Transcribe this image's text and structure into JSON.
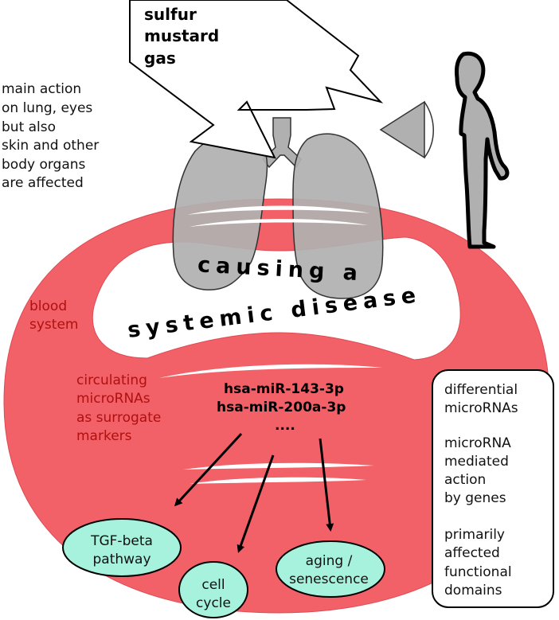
{
  "agent": {
    "lines": [
      "sulfur",
      "mustard",
      "gas"
    ]
  },
  "action_note": {
    "lines": [
      "main action",
      "on lung, eyes",
      "but also",
      "skin and other",
      "body organs",
      "are affected"
    ]
  },
  "systemic": {
    "line1": "causing a",
    "line2": "systemic disease"
  },
  "blood_system": {
    "lines": [
      "blood",
      "system"
    ]
  },
  "markers_note": {
    "lines": [
      "circulating",
      "microRNAs",
      "as surrogate",
      "markers"
    ]
  },
  "micrornas": {
    "items": [
      "hsa-miR-143-3p",
      "hsa-miR-200a-3p",
      "...."
    ]
  },
  "pathways": [
    {
      "lines": [
        "TGF-beta",
        "pathway"
      ]
    },
    {
      "lines": [
        "cell",
        "cycle"
      ]
    },
    {
      "lines": [
        "aging /",
        "senescence"
      ]
    }
  ],
  "side_panel": {
    "groups": [
      [
        "differential",
        "microRNAs"
      ],
      [
        "microRNA",
        "mediated",
        "action",
        "by genes"
      ],
      [
        "primarily",
        "affected",
        "functional",
        "domains"
      ]
    ]
  },
  "colors": {
    "blood_red": "#f26068",
    "lung_gray": "#b0b0b0",
    "pathway_green": "#a6f2dc",
    "marker_text_red": "#b01010"
  }
}
